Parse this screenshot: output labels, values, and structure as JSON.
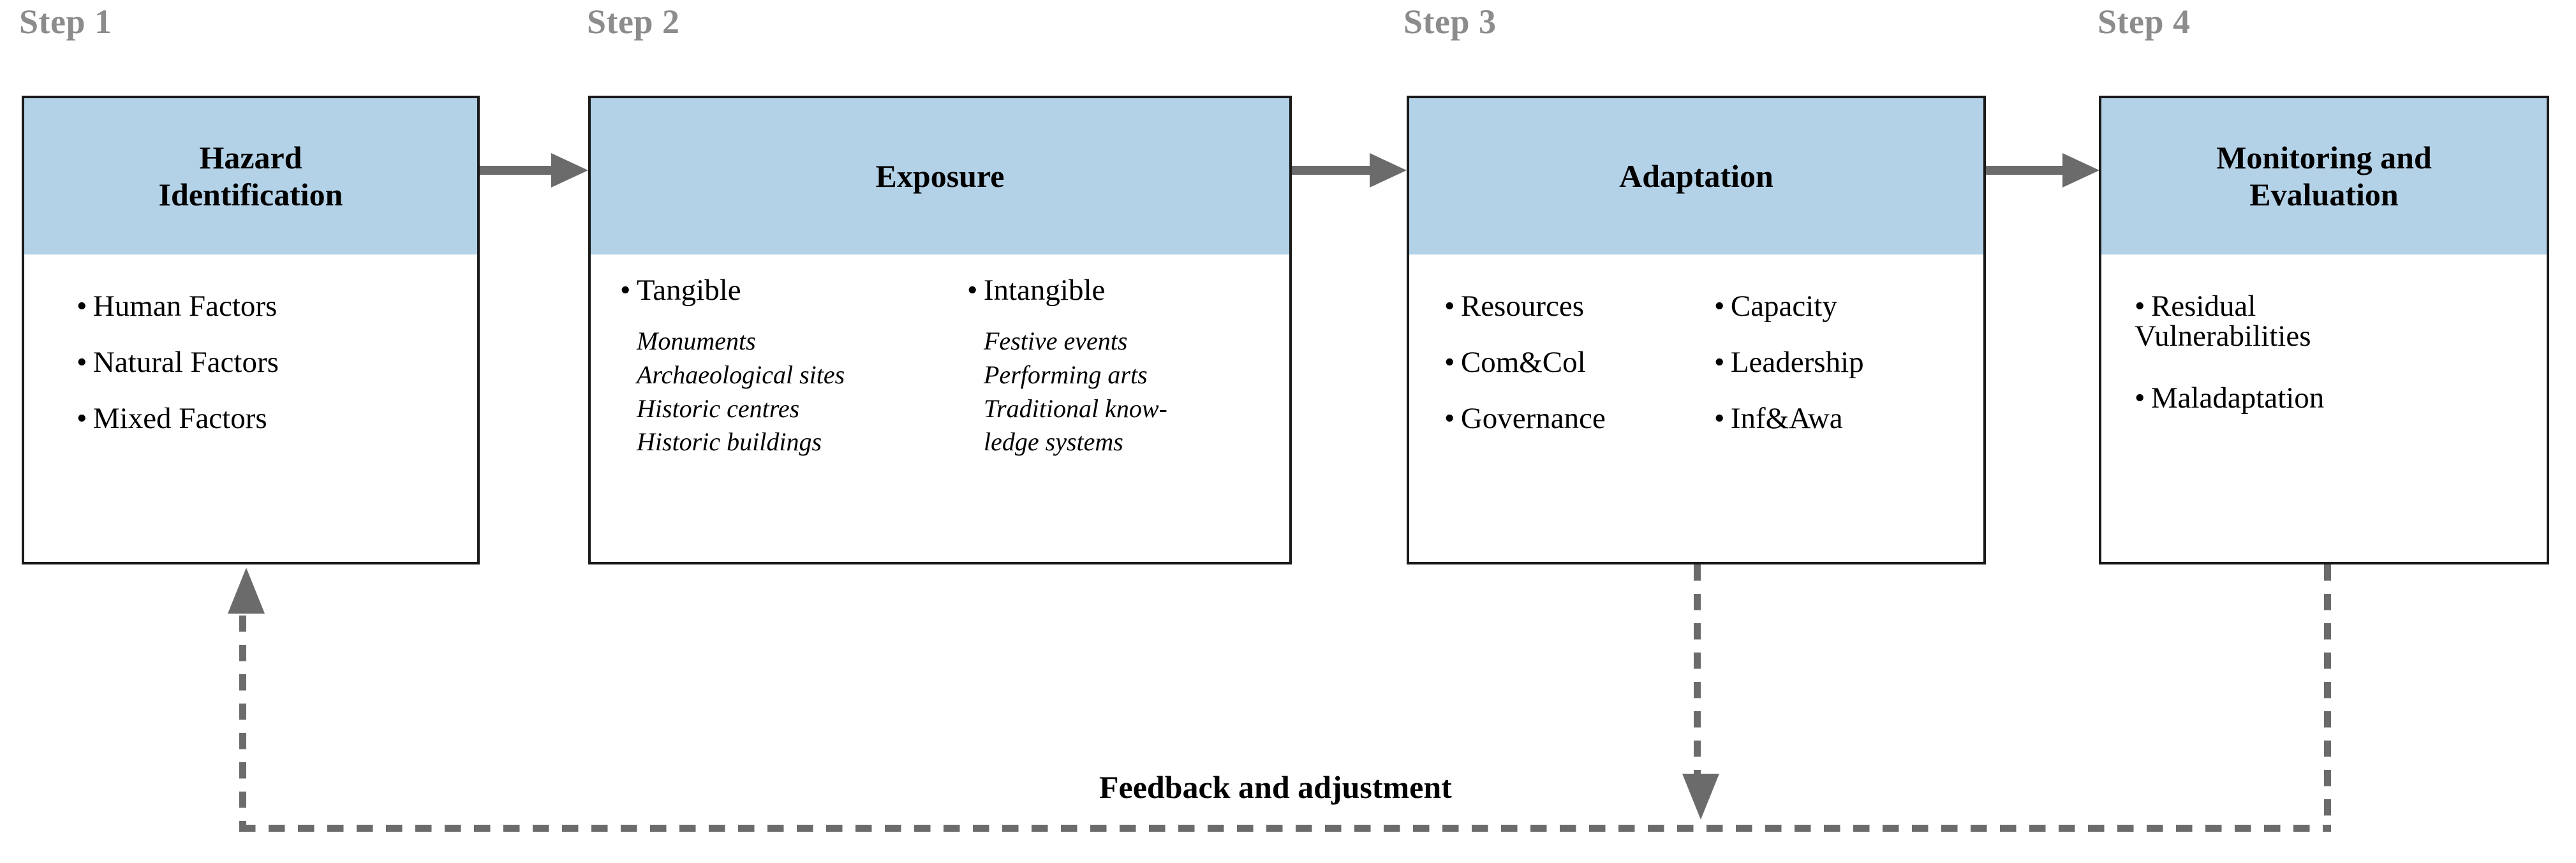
{
  "diagram": {
    "title_present": false,
    "colors": {
      "header_fill": "#b4d2e7",
      "box_border": "#1a1a1a",
      "arrow_gray": "#6b6b6b",
      "step_label_gray": "#8c8c8c",
      "text_black": "#000000",
      "background": "#ffffff"
    },
    "steps": [
      {
        "step_label": "Step 1",
        "title": "Hazard Identification",
        "title_lines": [
          "Hazard",
          "Identification"
        ],
        "columns": [
          {
            "bullets": [
              "Human Factors",
              "Natural Factors",
              "Mixed Factors"
            ],
            "subitems": []
          }
        ]
      },
      {
        "step_label": "Step 2",
        "title": "Exposure",
        "title_lines": [
          "Exposure"
        ],
        "columns": [
          {
            "bullets": [
              "Tangible"
            ],
            "subitems": [
              "Monuments",
              "Archaeological sites",
              "Historic centres",
              "Historic buildings"
            ]
          },
          {
            "bullets": [
              "Intangible"
            ],
            "subitems": [
              "Festive events",
              "Performing arts",
              "Traditional know-",
              "ledge systems"
            ]
          }
        ]
      },
      {
        "step_label": "Step 3",
        "title": "Adaptation",
        "title_lines": [
          "Adaptation"
        ],
        "columns": [
          {
            "bullets": [
              "Resources",
              "Com&Col",
              "Governance"
            ],
            "subitems": []
          },
          {
            "bullets": [
              "Capacity",
              "Leadership",
              "Inf&Awa"
            ],
            "subitems": []
          }
        ]
      },
      {
        "step_label": "Step 4",
        "title": "Monitoring and Evaluation",
        "title_lines": [
          "Monitoring and",
          "Evaluation"
        ],
        "columns": [
          {
            "bullets": [
              "Residual Vulnerabilities",
              "Maladaptation"
            ],
            "bullet_lines": [
              [
                "Residual",
                "Vulnerabilities"
              ],
              [
                "Maladaptation"
              ]
            ],
            "subitems": []
          }
        ]
      }
    ],
    "feedback": {
      "label": "Feedback and adjustment",
      "style": "dashed",
      "from": "Adaptation and Monitoring and Evaluation",
      "to": "Hazard Identification"
    },
    "flow_arrows": [
      {
        "from": "Hazard Identification",
        "to": "Exposure",
        "style": "solid"
      },
      {
        "from": "Exposure",
        "to": "Adaptation",
        "style": "solid"
      },
      {
        "from": "Adaptation",
        "to": "Monitoring and Evaluation",
        "style": "solid"
      }
    ]
  }
}
